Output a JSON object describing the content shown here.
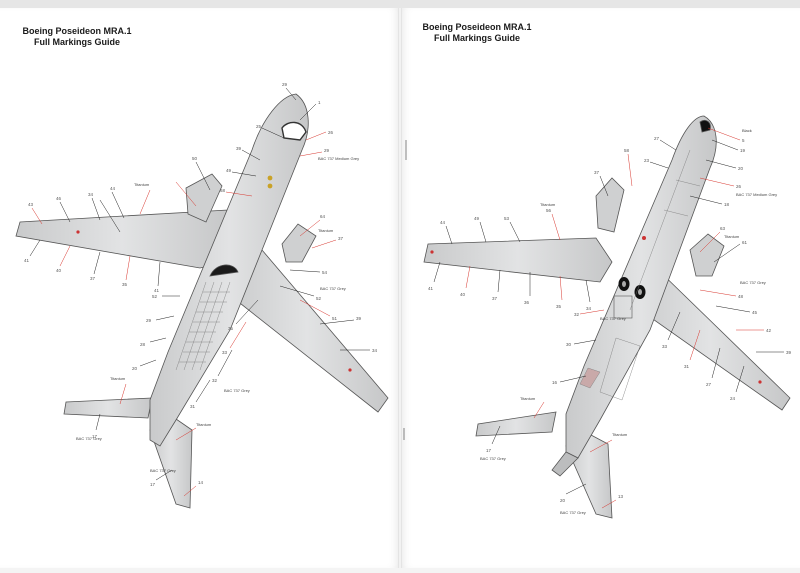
{
  "colors": {
    "fuselage": "#d7d8d9",
    "outline": "#555555",
    "leader_red": "#d8342c",
    "leader_black": "#222222",
    "label_text": "#444444"
  },
  "left_page": {
    "title_line1": "Boeing Poseideon MRA.1",
    "title_line2": "Full Markings Guide",
    "label_medium_grey": "BAC 737 Medium Grey",
    "label_titanium": "Titanium",
    "label_bac": "BAC 737 Grey"
  },
  "right_page": {
    "title_line1": "Boeing Poseideon MRA.1",
    "title_line2": "Full Markings Guide",
    "label_black": "Black",
    "label_medium_grey": "BAC 737 Medium Grey",
    "label_titanium": "Titanium",
    "label_bac": "BAC 737 Grey"
  }
}
